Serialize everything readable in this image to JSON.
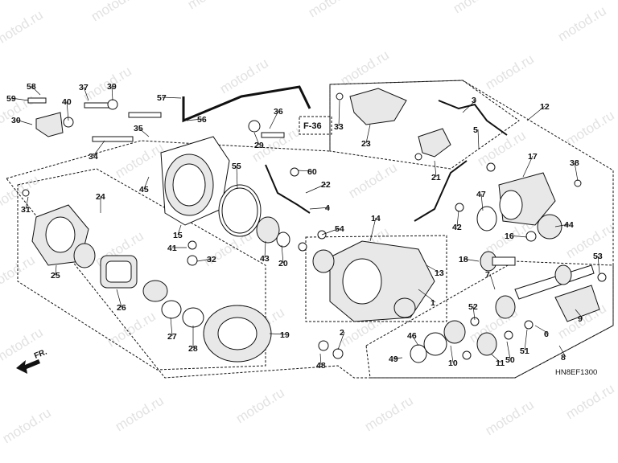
{
  "watermark": "motod.ru",
  "diagram_code": "HN8EF1300",
  "front_label": "FR.",
  "reference": "F-36",
  "parts": [
    "1",
    "2",
    "3",
    "4",
    "5",
    "6",
    "7",
    "8",
    "9",
    "10",
    "11",
    "12",
    "13",
    "14",
    "15",
    "16",
    "17",
    "18",
    "19",
    "20",
    "21",
    "22",
    "23",
    "24",
    "25",
    "26",
    "27",
    "28",
    "29",
    "30",
    "31",
    "32",
    "33",
    "34",
    "35",
    "36",
    "37",
    "38",
    "39",
    "40",
    "41",
    "42",
    "43",
    "44",
    "45",
    "46",
    "47",
    "48",
    "49",
    "50",
    "51",
    "52",
    "53",
    "54",
    "55",
    "56",
    "57",
    "58",
    "59",
    "60"
  ],
  "colors": {
    "line": "#111111",
    "background": "#ffffff",
    "watermark": "#969696"
  }
}
